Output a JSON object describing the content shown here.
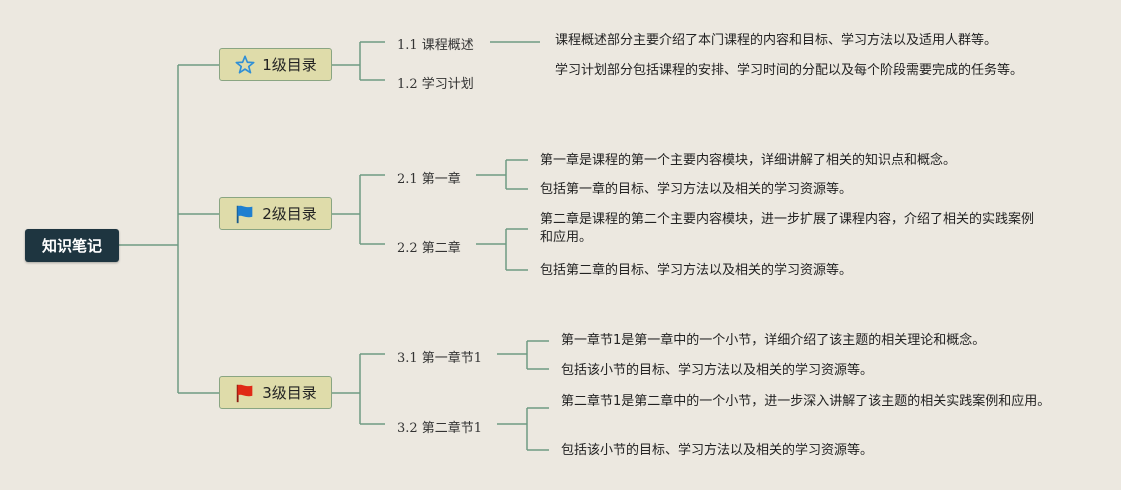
{
  "root": {
    "label": "知识笔记"
  },
  "level1": [
    {
      "label": "1级目录",
      "icon": "star-icon",
      "children": [
        {
          "label": "1.1 课程概述",
          "notes": [
            "课程概述部分主要介绍了本门课程的内容和目标、学习方法以及适用人群等。"
          ]
        },
        {
          "label": "1.2 学习计划",
          "notes": [
            "学习计划部分包括课程的安排、学习时间的分配以及每个阶段需要完成的任务等。"
          ]
        }
      ]
    },
    {
      "label": "2级目录",
      "icon": "blue-flag-icon",
      "children": [
        {
          "label": "2.1 第一章",
          "notes": [
            "第一章是课程的第一个主要内容模块，详细讲解了相关的知识点和概念。",
            "包括第一章的目标、学习方法以及相关的学习资源等。"
          ]
        },
        {
          "label": "2.2 第二章",
          "notes": [
            "第二章是课程的第二个主要内容模块，进一步扩展了课程内容，介绍了相关的实践案例和应用。",
            "包括第二章的目标、学习方法以及相关的学习资源等。"
          ]
        }
      ]
    },
    {
      "label": "3级目录",
      "icon": "red-flag-icon",
      "children": [
        {
          "label": "3.1 第一章节1",
          "notes": [
            "第一章节1是第一章中的一个小节，详细介绍了该主题的相关理论和概念。",
            "包括该小节的目标、学习方法以及相关的学习资源等。"
          ]
        },
        {
          "label": "3.2 第二章节1",
          "notes": [
            "第二章节1是第二章中的一个小节，进一步深入讲解了该主题的相关实践案例和应用。",
            "包括该小节的目标、学习方法以及相关的学习资源等。"
          ]
        }
      ]
    }
  ],
  "colors": {
    "background": "#ece8e0",
    "root": "#1e3540",
    "node": "#dfdcaa",
    "line": "#6e9a82"
  }
}
